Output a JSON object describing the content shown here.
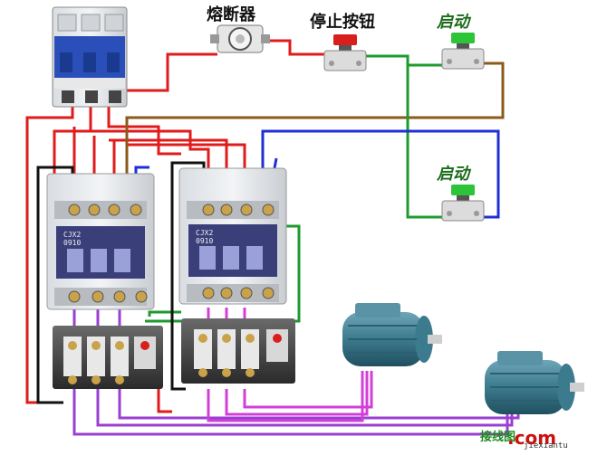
{
  "labels": {
    "fuse": "熔断器",
    "stop_button": "停止按钮",
    "start_button_1": "启动",
    "start_button_2": "启动"
  },
  "contactor": {
    "model": "CJX2",
    "rating": "0910"
  },
  "watermark": {
    "cn": "接线图",
    "com": ".com",
    "domain": "jiexiantu"
  },
  "colors": {
    "red_wire": "#e01b1b",
    "brown_wire": "#8b5a1b",
    "green_wire": "#1e9a2e",
    "blue_wire": "#1f2fd6",
    "black_wire": "#111111",
    "purple_wire": "#9a3fd0",
    "magenta_wire": "#d23fd8",
    "start_green": "#2ec43a",
    "stop_red": "#d91e1e"
  }
}
